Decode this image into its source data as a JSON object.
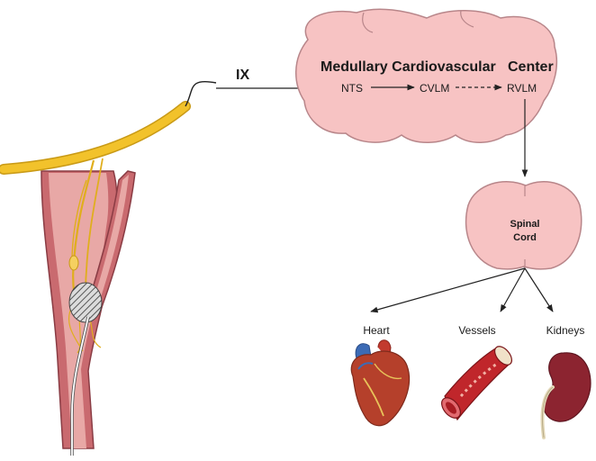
{
  "diagram": {
    "nerve_label": "IX",
    "brain": {
      "title_left": "Medullary Cardiovascular",
      "title_right": "Center",
      "nodes": [
        "NTS",
        "CVLM",
        "RVLM"
      ]
    },
    "spinal_cord": {
      "line1": "Spinal",
      "line2": "Cord"
    },
    "targets": [
      "Heart",
      "Vessels",
      "Kidneys"
    ],
    "colors": {
      "brain_fill": "#f7c3c3",
      "brain_stroke": "#b8868a",
      "nerve": "#f2c22b",
      "artery_wall": "#c96a6f",
      "artery_lumen": "#e8a8a6",
      "heart": "#b5402b",
      "vessel": "#c0262b",
      "kidney": "#8c2430"
    },
    "icons": [
      "carotid-sinus-illustration",
      "heart-icon",
      "blood-vessel-icon",
      "kidney-icon"
    ]
  }
}
